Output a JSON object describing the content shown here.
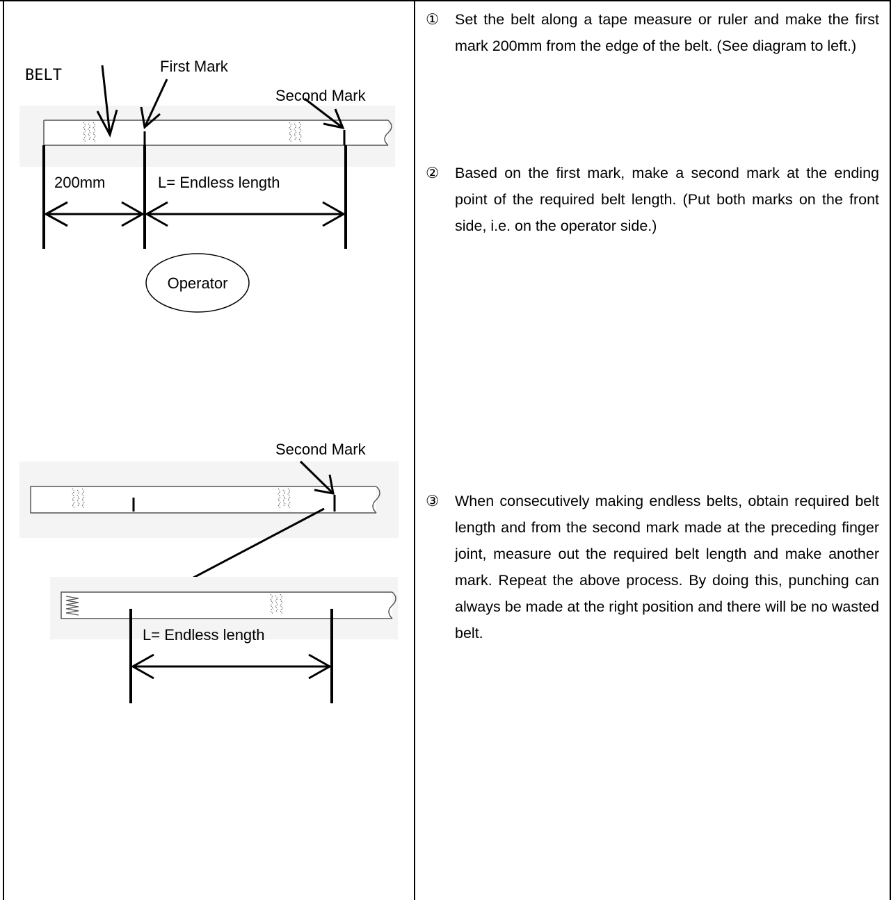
{
  "diagram_top": {
    "belt_label": "BELT",
    "first_mark_label": "First Mark",
    "second_mark_label": "Second Mark",
    "dim_200": "200mm",
    "dim_endless": "L= Endless length",
    "operator_label": "Operator"
  },
  "diagram_bottom": {
    "second_mark_label": "Second Mark",
    "dim_endless": "L= Endless length"
  },
  "steps": [
    {
      "num": "①",
      "text": "Set the belt along a tape measure or ruler and make the first mark 200mm from the edge of the belt. (See diagram to left.)"
    },
    {
      "num": "②",
      "text": "Based on the first mark, make a second mark at the ending point of the required belt length. (Put both marks on the front side, i.e. on the operator side.)"
    },
    {
      "num": "③",
      "text": "When consecutively making endless belts, obtain required belt length and from the second mark made at the preceding finger joint, measure out the required belt length and make another mark. Repeat the above process. By doing this, punching can always be made at the right position and there will be no wasted belt."
    }
  ]
}
